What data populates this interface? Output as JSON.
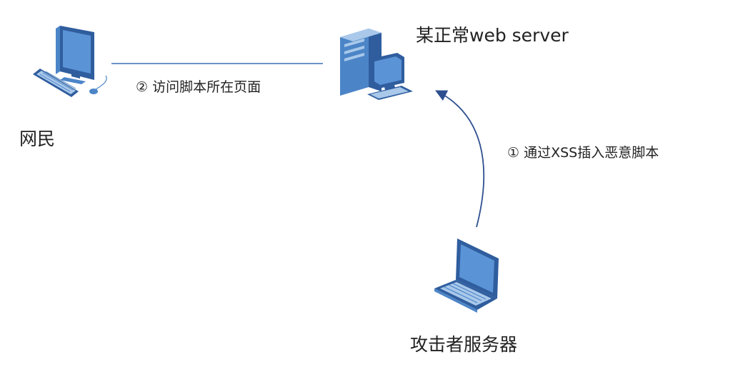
{
  "nodes": {
    "server": {
      "label": "某正常web server",
      "icon": "tower-server-with-monitor-icon"
    },
    "netizen": {
      "label": "网民",
      "icon": "desktop-computer-icon"
    },
    "attacker": {
      "label": "攻击者服务器",
      "icon": "laptop-icon"
    }
  },
  "edges": {
    "step1": {
      "label": "① 通过XSS插入恶意脚本",
      "from": "attacker",
      "to": "server"
    },
    "step2": {
      "label": "② 访问脚本所在页面",
      "from": "netizen",
      "to": "server"
    }
  },
  "colors": {
    "line": "#3f6fb5",
    "arrow": "#2e4f8f",
    "icon_dark": "#2f5d9e",
    "icon_mid": "#4c85c7",
    "icon_light": "#a9c8ea",
    "icon_screen": "#5a93d6",
    "text": "#222222"
  }
}
